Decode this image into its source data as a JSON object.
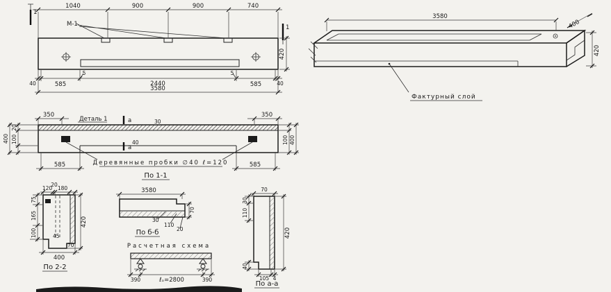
{
  "colors": {
    "ink": "#1c1c1c",
    "paper": "#f3f2ee"
  },
  "plan": {
    "section_cut_left": "1",
    "section_cut_right": "1",
    "dims_top": [
      "1040",
      "900",
      "900",
      "740"
    ],
    "m1": "М-1",
    "dim_height": "420",
    "dims_bottom": [
      "40",
      "585",
      "5",
      "2440",
      "5",
      "585",
      "40"
    ],
    "dim_total": "3580"
  },
  "iso": {
    "dim_length": "3580",
    "dim_depth": "400",
    "dim_height": "420",
    "callout": "Фактурный слой"
  },
  "section_1_1": {
    "dim_end_left": "350",
    "dim_end_right": "350",
    "detail": "Деталь 1",
    "cut_a_top": "а",
    "cut_a_bottom": "а",
    "dim_layer": "30",
    "dim_plug_depth": "40",
    "left_dims": [
      "20",
      "100",
      "400"
    ],
    "right_dims": [
      "100",
      "400"
    ],
    "note": "Деревянные пробки ∅40 ℓ=120",
    "dim_585_left": "585",
    "dim_585_right": "585",
    "title": "По 1-1"
  },
  "section_2_2": {
    "dims_top": [
      "120",
      "20",
      "180"
    ],
    "left_dims": [
      "75",
      "165",
      "100"
    ],
    "dim_45": "45",
    "dim_70": "70",
    "dim_width": "400",
    "dim_height": "420",
    "title": "По 2-2"
  },
  "section_b_b": {
    "dim_length": "3580",
    "dims": [
      "30",
      "110",
      "20"
    ],
    "dim_height": "70",
    "title": "По б-б"
  },
  "scheme": {
    "title": "Расчетная схема",
    "dim_left": "390",
    "dim_span": "ℓₒ=2800",
    "dim_right": "390"
  },
  "section_a_a": {
    "dim_top": "70",
    "left_dims": [
      "30",
      "110"
    ],
    "dim_40": "40",
    "dims_bottom": [
      "105",
      "4"
    ],
    "dim_height": "420",
    "title": "По а-а"
  }
}
